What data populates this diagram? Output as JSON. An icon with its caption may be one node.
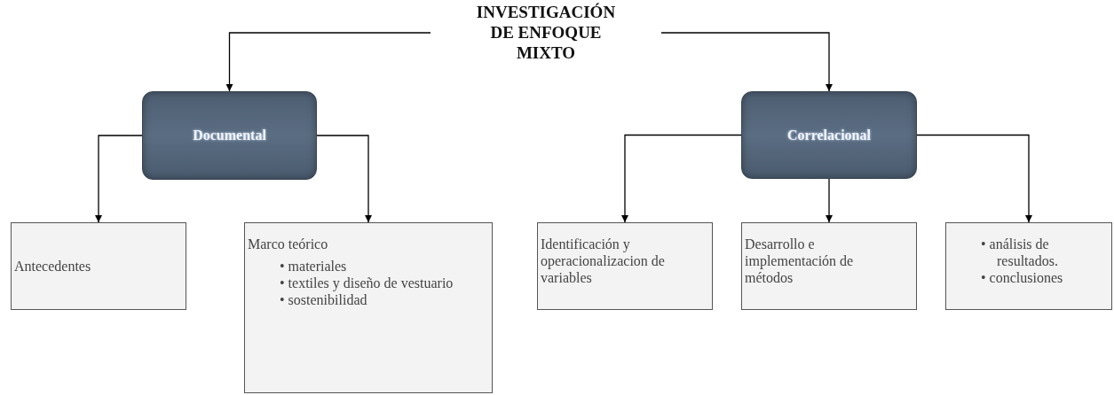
{
  "diagram": {
    "nodes": [
      {
        "text": [
          "INVESTIGACIÓN DE ENFOQUE MIXTO"
        ]
      },
      {
        "text": [
          "Documental"
        ]
      },
      {
        "text": [
          "Correlacional"
        ]
      },
      {
        "text": [
          "Antecedentes"
        ]
      },
      {
        "text": [
          "Marco teórico",
          "• materiales",
          "• textiles y diseño de vestuario",
          "• sostenibilidad"
        ]
      },
      {
        "text": [
          "Identificación y operacionalizacion de variables"
        ]
      },
      {
        "text": [
          "Desarrollo e implementación de métodos"
        ]
      },
      {
        "text": [
          "• análisis de resultados.",
          "• conclusiones"
        ]
      }
    ],
    "edges": [
      {
        "from": 0,
        "to": 1,
        "arrow": "to"
      },
      {
        "from": 0,
        "to": 2,
        "arrow": "to"
      },
      {
        "from": 1,
        "to": 3,
        "arrow": "to"
      },
      {
        "from": 1,
        "to": 4,
        "arrow": "to"
      },
      {
        "from": 2,
        "to": 5,
        "arrow": "to"
      },
      {
        "from": 2,
        "to": 6,
        "arrow": "to"
      },
      {
        "from": 2,
        "to": 7,
        "arrow": "to"
      }
    ]
  }
}
